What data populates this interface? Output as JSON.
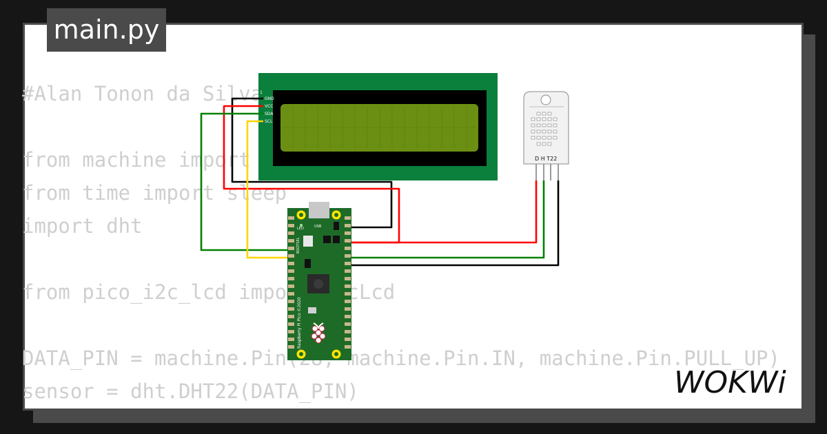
{
  "file_tab": {
    "label": "main.py"
  },
  "code_lines": [
    "#Alan Tonon da Silva - RM 55195",
    "",
    "from machine import I2C, Pin",
    "from time import sleep",
    "import dht",
    "",
    "from pico_i2c_lcd import I2cLcd",
    "",
    "DATA_PIN = machine.Pin(28, machine.Pin.IN, machine.Pin.PULL_UP)",
    "sensor = dht.DHT22(DATA_PIN)"
  ],
  "lcd": {
    "pin_one": "1",
    "pins": [
      "GND",
      "VCC",
      "SDA",
      "SCL"
    ]
  },
  "sensor": {
    "label": "D H T22"
  },
  "pico": {
    "led": "LED",
    "usb": "USB",
    "bootsel": "BOOTSEL",
    "brand": "Raspberry Pi Pico ©2020"
  },
  "brand": {
    "logo_text": "WOKWi"
  },
  "colors": {
    "background": "#161616",
    "frame": "#4a4a4a",
    "code_text": "#cfcfcf",
    "lcd_board": "#0b7f3c",
    "lcd_screen": "#6b8f12",
    "pico_board": "#1e6b28",
    "wire_gnd": "#000000",
    "wire_vcc": "#ff0000",
    "wire_sda": "#008000",
    "wire_scl": "#ffd400"
  }
}
